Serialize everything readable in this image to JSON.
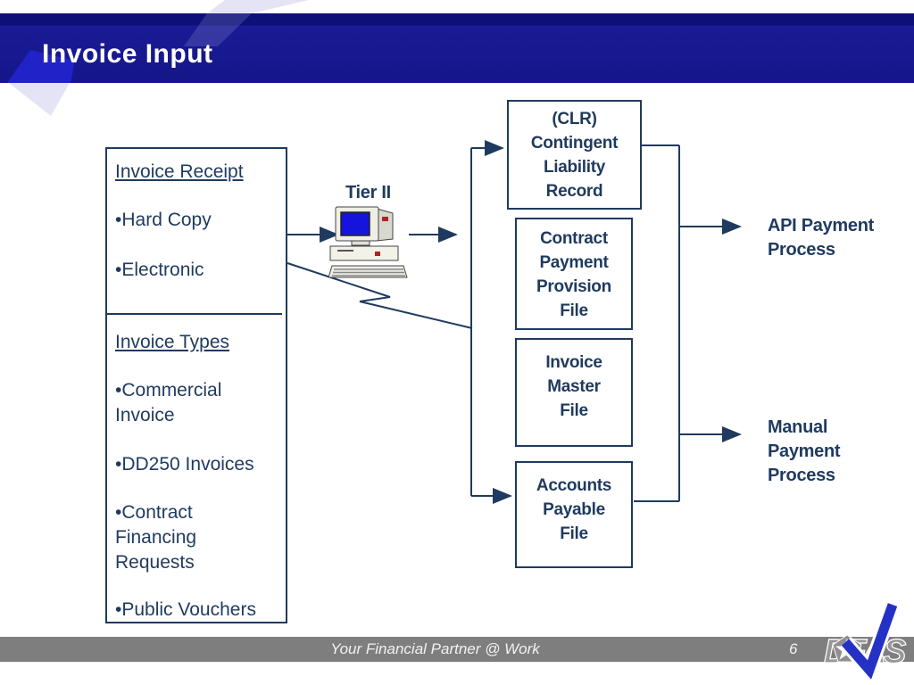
{
  "header": {
    "title": "Invoice Input"
  },
  "left_panel": {
    "receipt_heading": "Invoice Receipt",
    "receipt_items": [
      "•Hard Copy",
      "•Electronic"
    ],
    "types_heading": "Invoice Types",
    "types_items": [
      "•Commercial Invoice",
      "•DD250 Invoices",
      "•Contract Financing Requests",
      "•Public Vouchers"
    ]
  },
  "tier_label": "Tier II",
  "file_boxes": [
    {
      "name": "contingent-liability-record",
      "lines": [
        "(CLR)",
        "Contingent",
        "Liability",
        "Record"
      ]
    },
    {
      "name": "contract-payment-provision-file",
      "lines": [
        "Contract",
        "Payment",
        "Provision",
        "File"
      ]
    },
    {
      "name": "invoice-master-file",
      "lines": [
        "Invoice",
        "Master",
        "File"
      ]
    },
    {
      "name": "accounts-payable-file",
      "lines": [
        "Accounts",
        "Payable",
        "File"
      ]
    }
  ],
  "outputs": [
    {
      "name": "api-payment-process",
      "lines": [
        "API Payment",
        "Process"
      ]
    },
    {
      "name": "manual-payment-process",
      "lines": [
        "Manual",
        "Payment",
        "Process"
      ]
    }
  ],
  "footer": {
    "tagline": "Your Financial Partner @ Work",
    "page_number": "6",
    "logo_text": "DFAS"
  },
  "icons": {
    "computer": "tier2-computer-icon",
    "logo_check": "dfas-checkmark-icon",
    "header_check": "decorative-checkmark"
  },
  "colors": {
    "header_navy": "#18188e",
    "accent_blue": "#2424ce",
    "lavender": "#e4e4f6",
    "diagram_navy": "#1f3a5f",
    "footer_gray": "#7e7e7e",
    "logo_gray": "#979797",
    "screen_blue": "#1414dd"
  }
}
